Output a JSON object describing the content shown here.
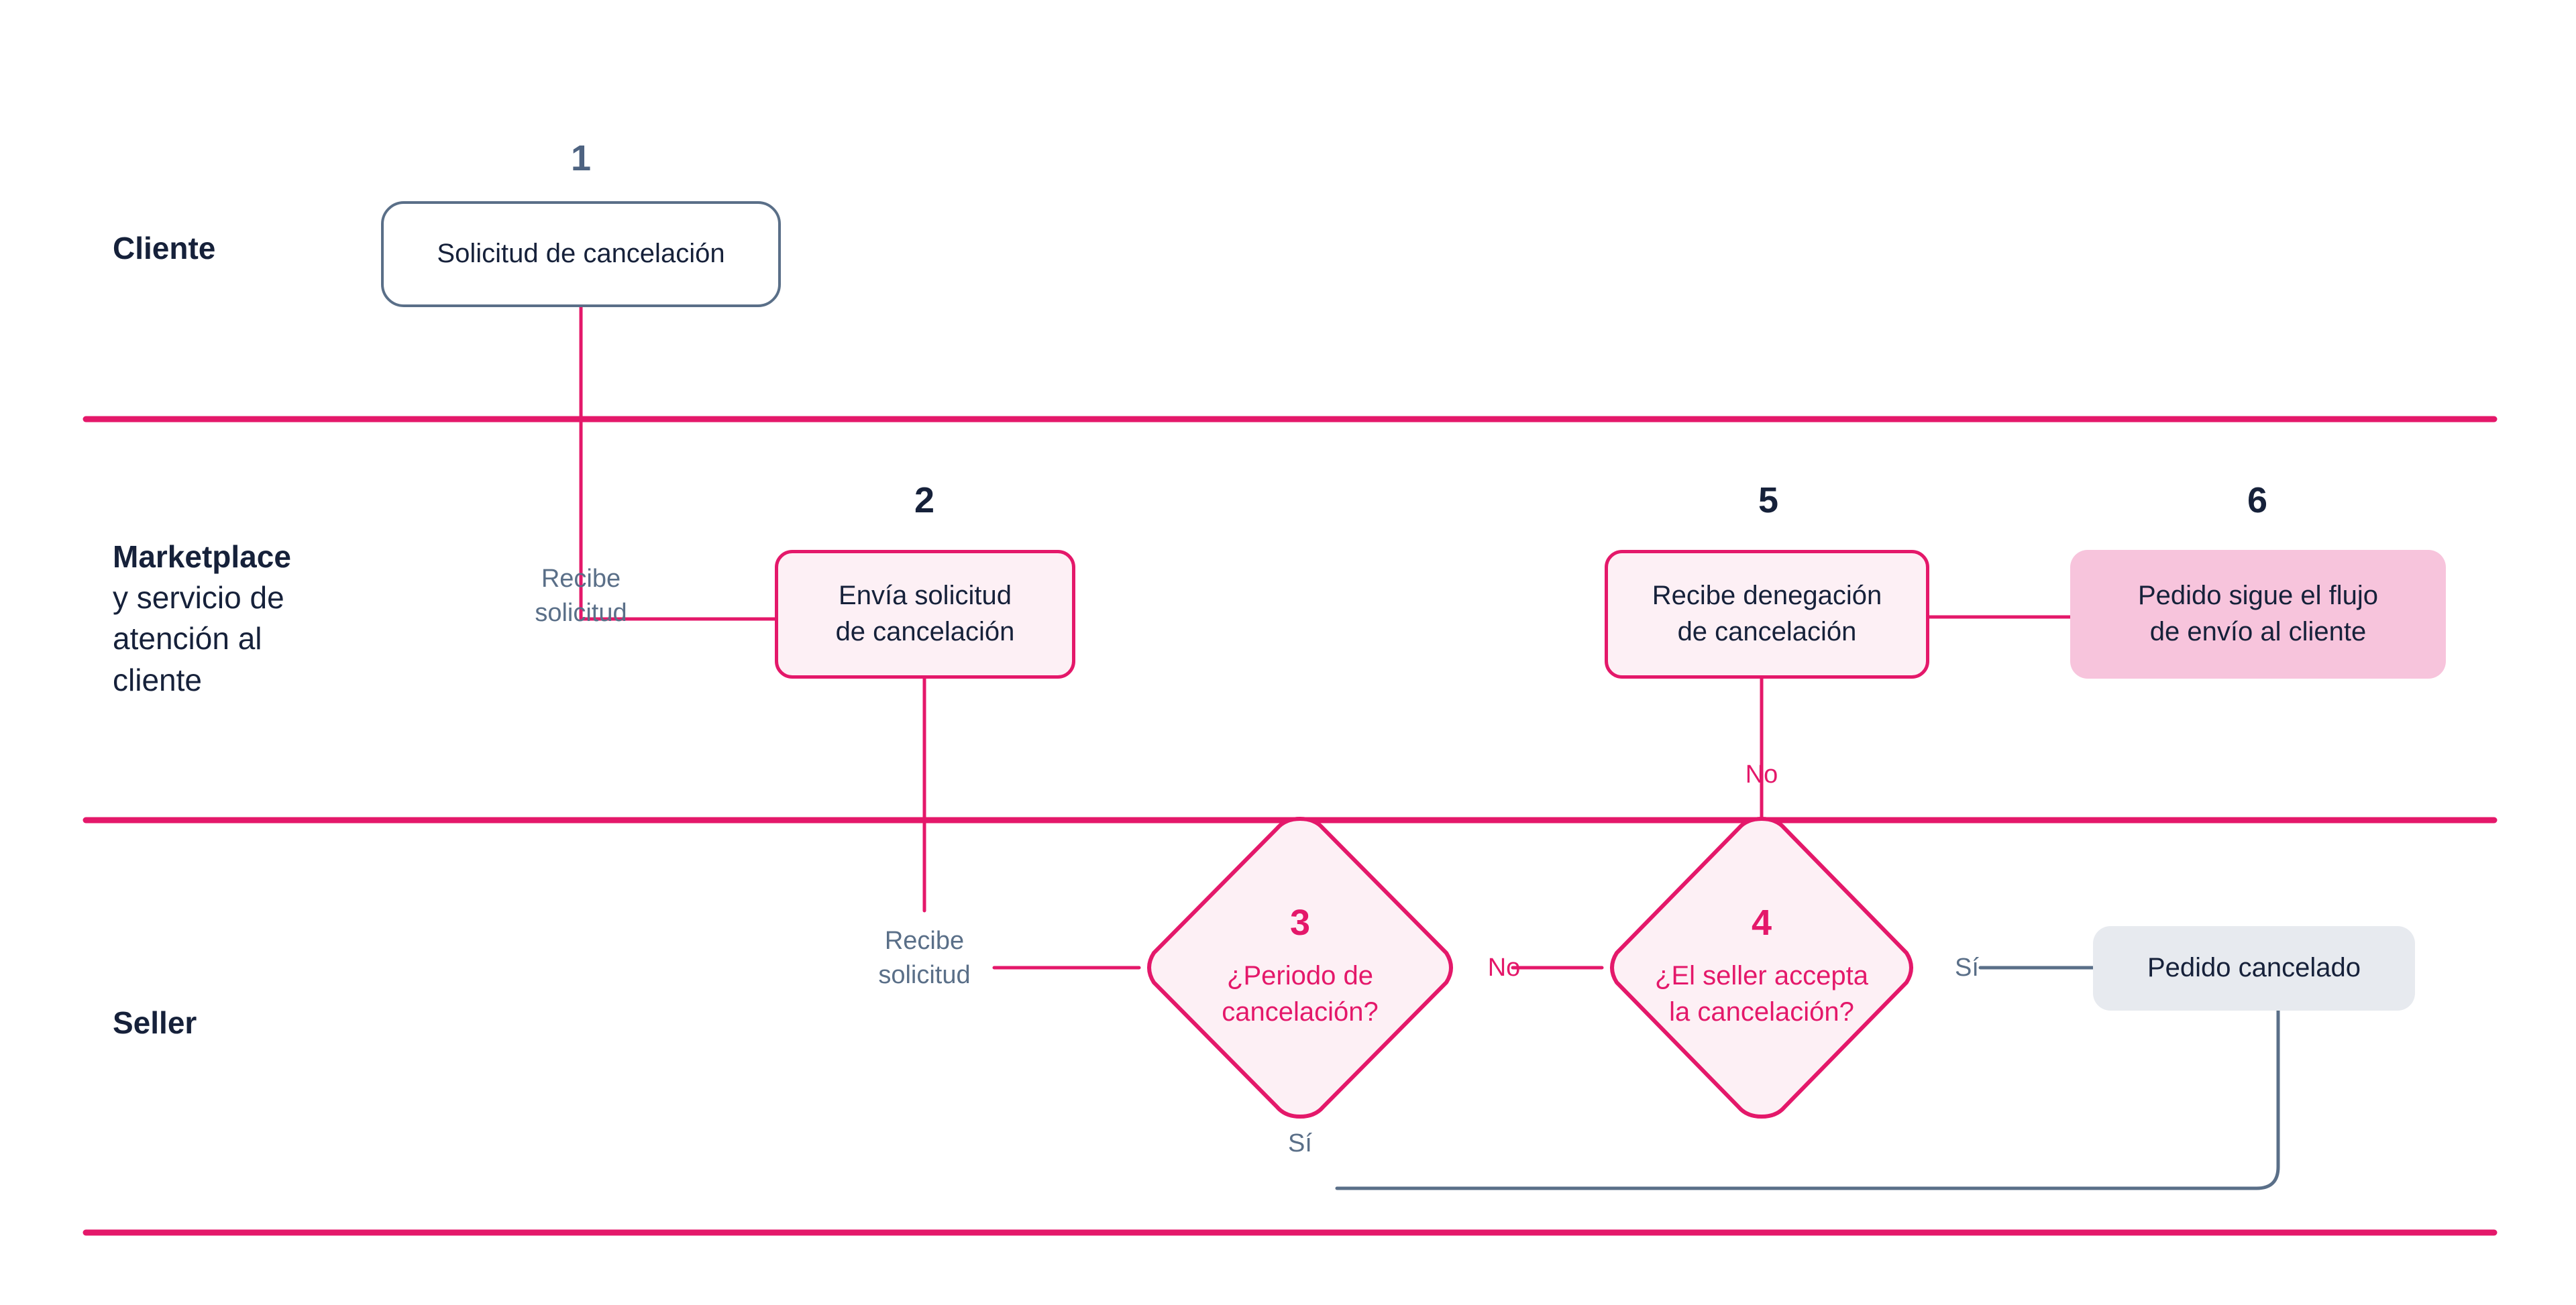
{
  "diagram": {
    "title": "Flujo de cancelación de pedido",
    "colors": {
      "pink": "#e4186a",
      "pink_fill_light": "#fdf0f5",
      "pink_fill_solid": "#f7c4dc",
      "slate": "#5a6f88",
      "navy": "#16213a",
      "grey_fill": "#e7eaef",
      "background": "#ffffff"
    }
  },
  "lanes": [
    {
      "id": "cliente",
      "title": "Cliente",
      "subtitle": ""
    },
    {
      "id": "marketplace",
      "title": "Marketplace",
      "subtitle": "y servicio de\natención al\ncliente"
    },
    {
      "id": "seller",
      "title": "Seller",
      "subtitle": ""
    }
  ],
  "nodes": {
    "n1": {
      "number": "1",
      "line1": "Solicitud de cancelación",
      "line2": "",
      "lane": "cliente",
      "shape": "rounded-rect",
      "style": "outline-slate"
    },
    "n2": {
      "number": "2",
      "line1": "Envía solicitud",
      "line2": "de cancelación",
      "lane": "marketplace",
      "shape": "rounded-rect",
      "style": "outline-pink"
    },
    "n3": {
      "number": "3",
      "line1": "¿Periodo de",
      "line2": "cancelación?",
      "lane": "seller",
      "shape": "diamond",
      "style": "outline-pink"
    },
    "n4": {
      "number": "4",
      "line1": "¿El seller accepta",
      "line2": "la cancelación?",
      "lane": "seller",
      "shape": "diamond",
      "style": "outline-pink"
    },
    "n5": {
      "number": "5",
      "line1": "Recibe denegación",
      "line2": "de cancelación",
      "lane": "marketplace",
      "shape": "rounded-rect",
      "style": "outline-pink"
    },
    "n6": {
      "number": "6",
      "line1": "Pedido sigue el flujo",
      "line2": "de envío al cliente",
      "lane": "marketplace",
      "shape": "rounded-rect",
      "style": "filled-pink"
    },
    "n7": {
      "number": "",
      "line1": "Pedido cancelado",
      "line2": "",
      "lane": "seller",
      "shape": "rounded-rect",
      "style": "filled-grey"
    }
  },
  "edge_labels": {
    "recibe_solicitud_mk_l1": "Recibe",
    "recibe_solicitud_mk_l2": "solicitud",
    "recibe_solicitud_sl_l1": "Recibe",
    "recibe_solicitud_sl_l2": "solicitud",
    "d3_no": "No",
    "d3_si": "Sí",
    "d4_si": "Sí",
    "d4_no": "No"
  }
}
